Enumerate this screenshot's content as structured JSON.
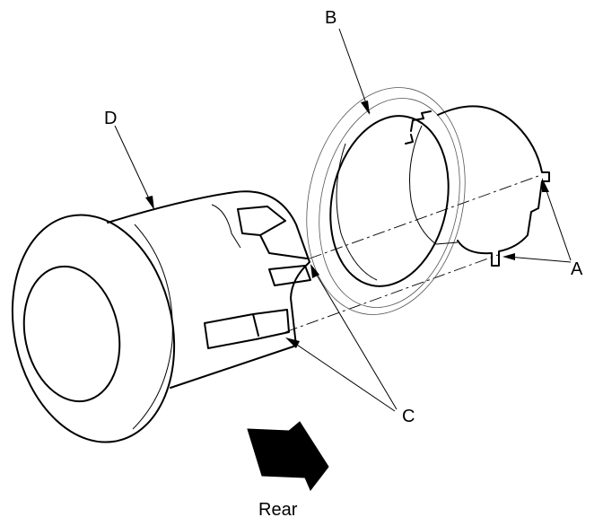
{
  "labels": {
    "a": "A",
    "b": "B",
    "c": "C",
    "d": "D",
    "rear": "Rear"
  },
  "colors": {
    "ink": "#000000",
    "background": "#ffffff"
  },
  "icons": {
    "direction": "rear-arrow-icon"
  }
}
